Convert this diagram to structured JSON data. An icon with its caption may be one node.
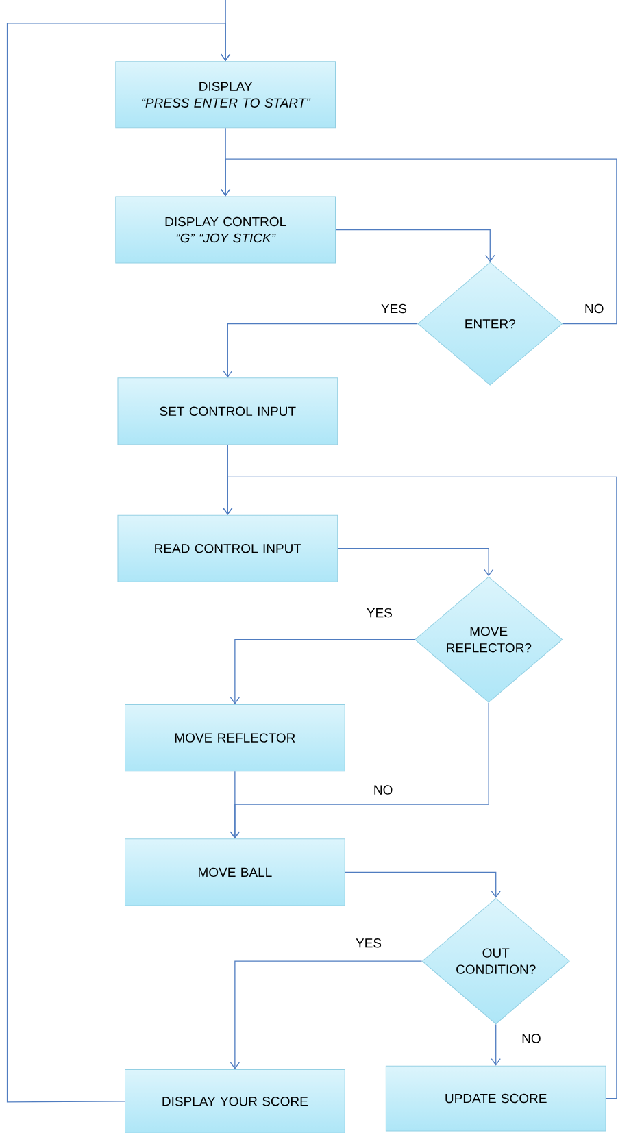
{
  "diagram": {
    "nodes": [
      {
        "text": [
          "DISPLAY",
          "“PRESS ENTER TO START”"
        ]
      },
      {
        "text": [
          "DISPLAY CONTROL",
          "“G” “JOY STICK”"
        ]
      },
      {
        "text": [
          "ENTER?"
        ]
      },
      {
        "text": [
          "SET CONTROL INPUT"
        ]
      },
      {
        "text": [
          "READ CONTROL INPUT"
        ]
      },
      {
        "text": [
          "MOVE REFLECTOR?"
        ]
      },
      {
        "text": [
          "MOVE REFLECTOR"
        ]
      },
      {
        "text": [
          "MOVE BALL"
        ]
      },
      {
        "text": [
          "OUT CONDITION?"
        ]
      },
      {
        "text": [
          "DISPLAY YOUR SCORE"
        ]
      },
      {
        "text": [
          "UPDATE SCORE"
        ]
      }
    ],
    "edges": [
      {
        "from": null,
        "to": 0,
        "arrow": "to"
      },
      {
        "from": 0,
        "to": 1,
        "arrow": "to"
      },
      {
        "from": 1,
        "to": 2,
        "arrow": "to"
      },
      {
        "from": 2,
        "to": 3,
        "arrow": "to",
        "label": "YES"
      },
      {
        "from": 2,
        "to": 1,
        "arrow": "to",
        "label": "NO"
      },
      {
        "from": 3,
        "to": 4,
        "arrow": "to"
      },
      {
        "from": 4,
        "to": 5,
        "arrow": "to"
      },
      {
        "from": 5,
        "to": 6,
        "arrow": "to",
        "label": "YES"
      },
      {
        "from": 5,
        "to": 7,
        "arrow": "to",
        "label": "NO"
      },
      {
        "from": 6,
        "to": 7,
        "arrow": "to"
      },
      {
        "from": 7,
        "to": 8,
        "arrow": "to"
      },
      {
        "from": 8,
        "to": 9,
        "arrow": "to",
        "label": "YES"
      },
      {
        "from": 8,
        "to": 10,
        "arrow": "to",
        "label": "NO"
      },
      {
        "from": 10,
        "to": 4,
        "arrow": "to"
      },
      {
        "from": 9,
        "to": 0,
        "arrow": "to"
      }
    ]
  }
}
